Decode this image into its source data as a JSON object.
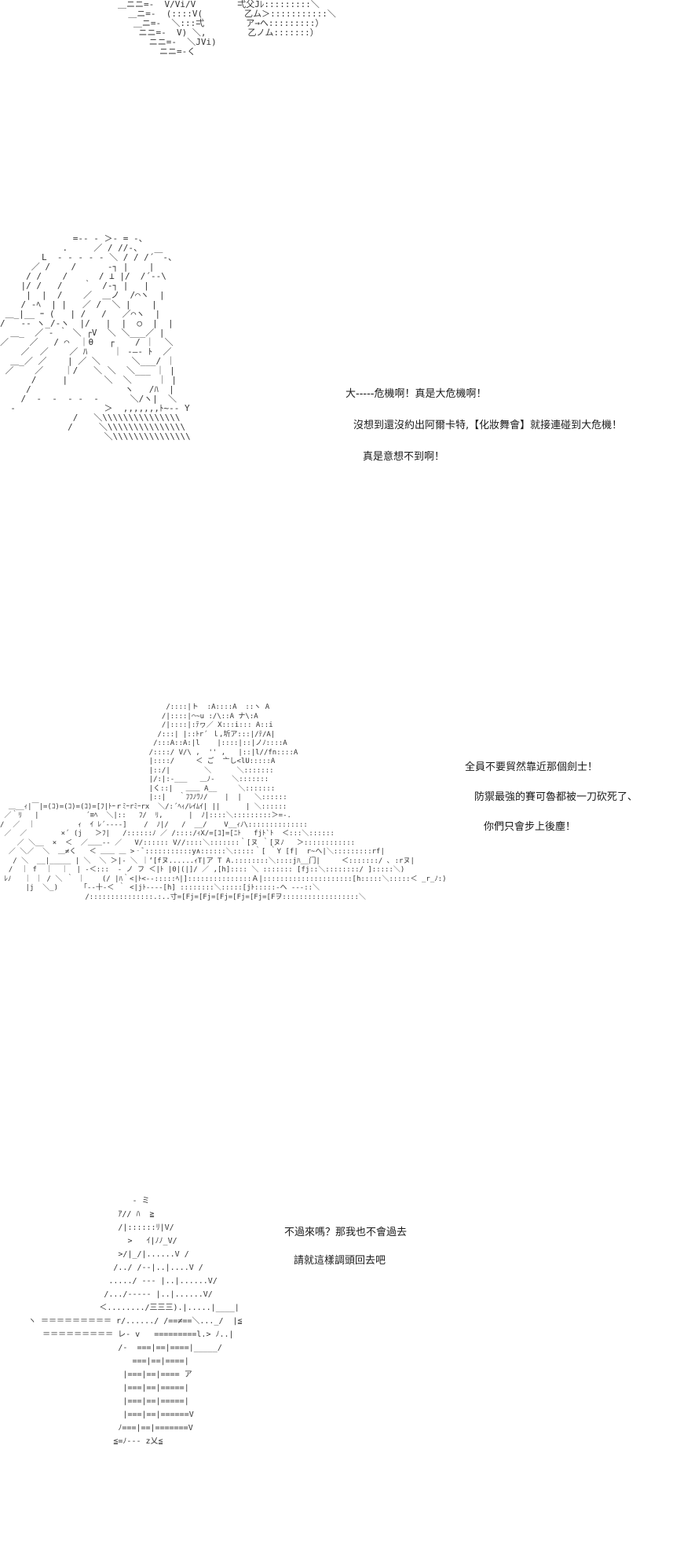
{
  "panel1": {
    "art": "＿ニニ=-  V/Vi/V        弌父Jﾚ:::::::::＼\n  ＿ニ=-  (::::V(        乙ム＞:::::::::::＼\n   ＿ニ=-  ＼:::弌        ア→へ:::::::::）\n    ニニ=-  V) ＼,        乙ノム:::::::）\n      ニニ=-  ＼JVi)\n        ニニ=-く"
  },
  "panel2": {
    "art": "              =-‐ ‐ ＞- = -、\n            .     ／ / //‐、\n        L  - - - - ‐ ＼ / / /´￣‐、\n      ／ /    /      ‐┐ |    |\n     / /    /      / ⊥ |/  /´-‐\\\n    |/ /   /    ｀  /-┐ |   |\n     |  |  /    ／  ＿ノ  /⌒ヽ  |\n    / -ﾍ  | |   ／ /  ＼ |    |\n ＿_|__ ｰ (   | /   /   ／⌒ヽ  |\n/   ‐‐ ヽ_/-ヽ  |/   |  |  ○  |  |\n  ＿_  ／ ‐ ｀ ＼ ┌V  ＼ ＼___／ |\n／    ／   / ⌒  ｜θ   ┌    / ｜  ＼\n    ／  ／    ／ ﾊ     ｜ ‐―‐ ﾄ  ／\n  ＿_／ ／    | ／ ＼      ＼___/ ｜\n ／    ／    ｜/   ＼ ＼  ＼___ ｜ |\n      /     |       ＼  ＼     ｜ |\n     /                  ヽ   /ﾊ  |\n    /  ‐  ‐  ‐ ‐  ‐      ＼/ヽ|  ＼\n  ‐                 ＞  ,,,,,,,ﾄ~‐- Y\n              /   ＼\\\\\\\\\\\\\\\\\\\\\\\\\\\\\\\n             /     ＼\\\\\\\\\\\\\\\\\\\\\\\\\\\\\\\n                    ＼\\\\\\\\\\\\\\\\\\\\\\\\\\\\\\",
    "line1": "大‐‐‐‐‐危機啊！真是大危機啊！",
    "line2": "沒想到還沒約出阿爾卡特,【化妝舞會】就接連碰到大危機！",
    "line3": "真是意想不到啊！"
  },
  "panel3": {
    "art": "                                       /::::|ト  :A::::A  ::ヽ A\n                                      /|::::|⌒~u :/\\::A ナ\\:A\n                                      /|::::|:ﾃヮ／ X:::i::: A::i\n                                     /:::| |::ﾄr´ ｌ,圻ア:::|/ﾃ/A|\n                                    /:::A::A:|l    |::::|::|ノﾉ::::A\n                                   /::::/ V/\\ ,  '' ,   |::|l//fn::::A\n                                   |::::/     ＜ ご  亠し<lU:::::A\n                                   |::/|        ＼      ＼:::::::\n                                   |/:|:‐___   ＿ﾉ‐    ＼:::::::\n                                   |く::|   ＿＿ A__     ＼:::::::\n                                   |::|   ｀ﾌﾌﾉﾜﾉ/    |  |   ＼::::::\n  ＿__ｨ|￣|=(ｺ)=(ｺ)=(ｺ)=[ﾌ|ﾄｰｒﾐｰrﾐｰrx  ＼/:´ﾍｨ/ﾚｲﾑｲ| ||      | ＼::::::\n ／｀ﾘ   |           ´≡ﾍ  ＼|::   ﾌ/  ﾘ,      |  ﾉ|::::＼:::::::::＞=‐.\n/  ／  ｜          ｨ  ｲ ﾚ´‐‐‐‐]    /  ﾉ|/   /  __/    V__ｨﾉ\\::::::::::::::\n ／  ／        ×´ (j   ＞ﾌ|   /::::::ﾉ ／ /::::/ｨX/=[ｺ]=[ﾆﾄ   fjﾄ`ﾄ  ＜:::＼::::::\n    ／ ＼__  ×  ＜  ／＿＿‐‐ ／   V/:::::: V//::::＼:::::::｀[ヌ ｀[ヌﾉ   ＞::::::::::::\n  ／ ＼／  ＼  ＿≠く   ＜ ＿＿ ＿ >‐ﾞ:::::::::::y∧::::::＼:::::｀[ ｀Y [f|  r~ヘ|＼:::::::::rf|\n   / ＼  __|_____ | ＼  ＼ ＞|‐ ＼ ｜‘[fヌ......ｨT|ア T A.::::::::＼::::jﾊ__门|     ＜:::::::/ ､ :rヌ|\n  /  ｜ f  ｜  ｜  | ‐＜:::  ‐ ノ フ ＜|ﾄ |0|(|]/ ／ ,[h]:::: ＼ ::::::: [fj::＼::::::::/ ]:::::＼)\n ﾚﾉ   ｜ ｜ / ＼ ｀ ｜    (/ |ﾊ｀<|ﾄ<‐‐:::::ﾍ|]:::::::::::::::Ａ|:::::::::::::::::::::[h:::::＼:::::＜ _r_ﾉ:)\n      |j  ＼_)      ｢‐‐十‐＜ ｀ <|jﾄ‐‐‐‐[h] ::::::::＼:::::[jﾄ:::::‐ヘ ‐‐‐::＼\n                    /:::::::::::::::.:..寸=[Fj=[Fj=[Fj=[Fj=[Fj=[Fヲ::::::::::::::::::＼",
    "line1": "全員不要貿然靠近那個劍士！",
    "line2": "防禦最強的賽可魯都被一刀砍死了、",
    "line3": "你們只會步上後塵！"
  },
  "panel4": {
    "art": "                       ‐ ミ\n                    ｱ// ﾊ  ≧\n                    /|::::::ﾘ|V/\n                      >   ｲ|ﾉﾉ_V/\n                    >/|_/|......V /\n                   /../ /‐‐|..|....V /\n                  ...../ ‐‐‐ |..|......V/\n                 /.../‐‐‐‐‐ |..|......V/\n                ＜......../三三三).|.....|____|\n ヽ ＝＝＝＝＝＝＝＝＝ r/....../ /==≠==＼..._/  |≦\n    ＝＝＝＝＝＝＝＝＝ レ‐ v   =========l.> ﾉ..|\n                    /‐  ===|==|====|_____/\n                       ===|==|====|\n                     |===|==|==== ア\n                     |===|==|=====|\n                     |===|==|=====|\n                     |===|==|======V\n                    ﾉ===|==|=======V\n                   ≦=ﾉ‐‐‐ z乂≦",
    "line1": "不過來嗎？那我也不會過去",
    "line2": "請就這樣調頭回去吧"
  }
}
